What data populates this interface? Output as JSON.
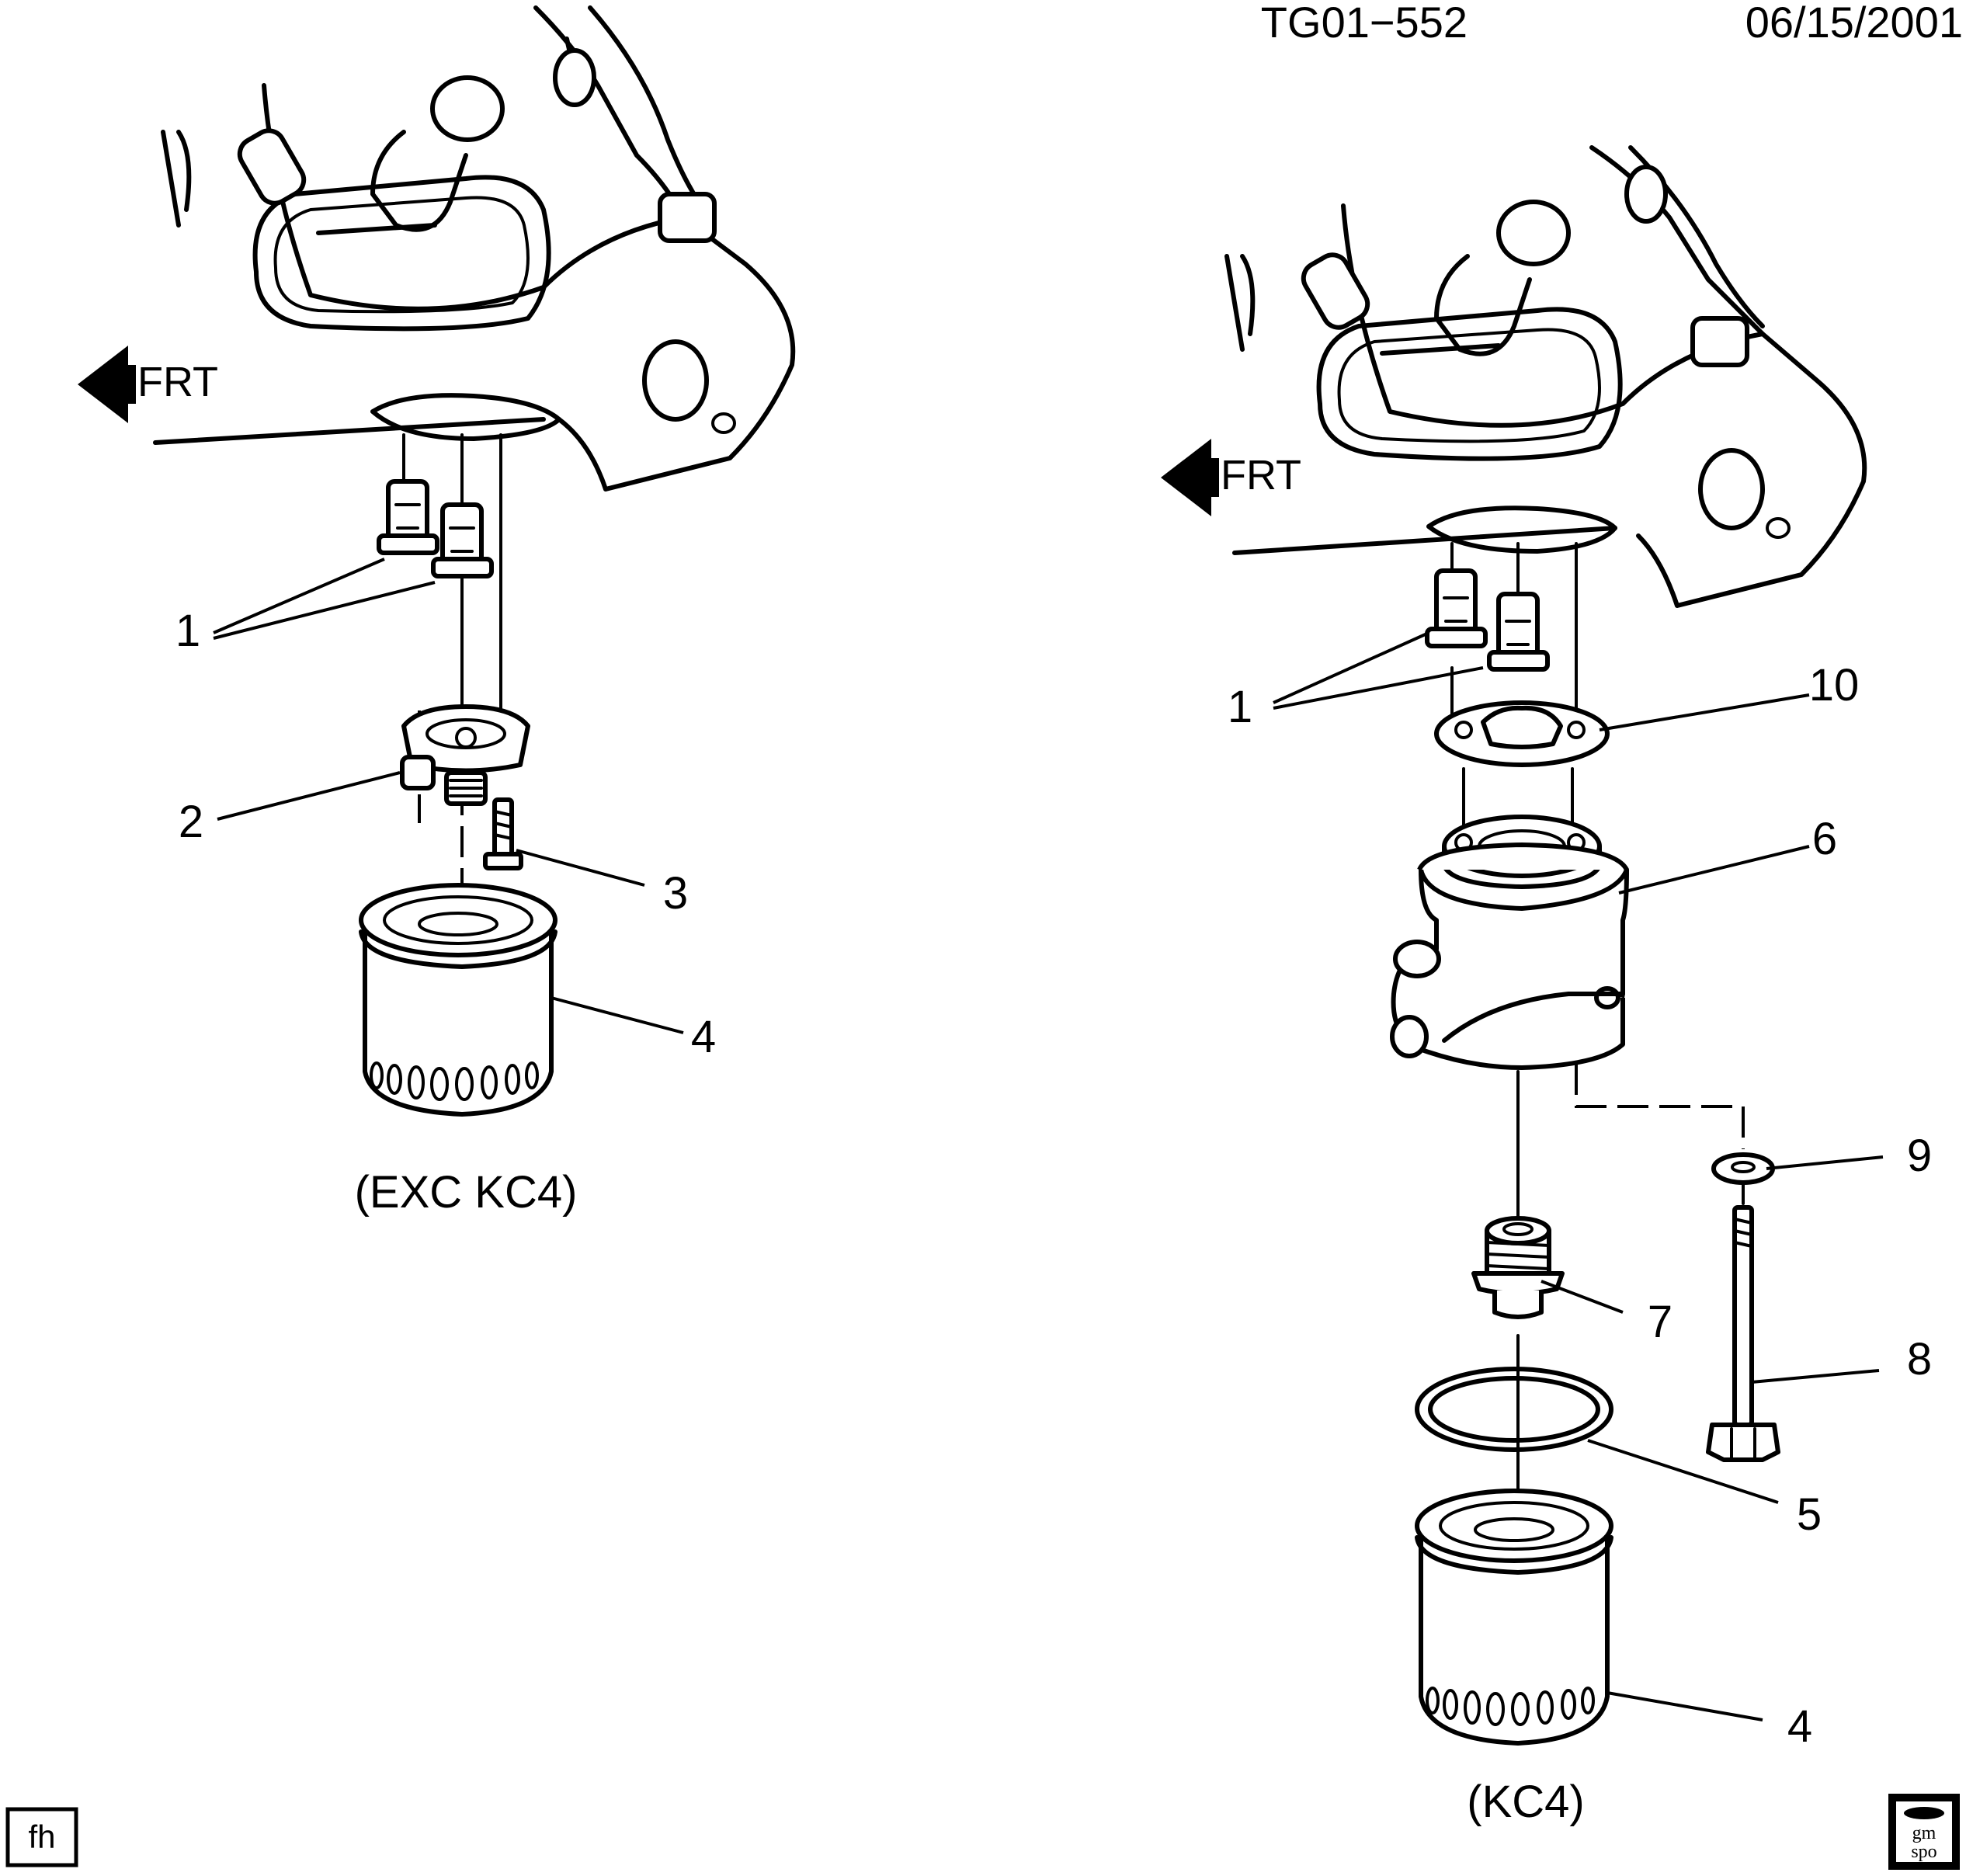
{
  "header": {
    "doc_id": "TG01−552",
    "date": "06/15/2001"
  },
  "views": [
    {
      "caption": "(EXC KC4)",
      "direction_label": "FRT",
      "callouts": [
        "1",
        "2",
        "3",
        "4"
      ]
    },
    {
      "caption": "(KC4)",
      "direction_label": "FRT",
      "callouts": [
        "1",
        "10",
        "6",
        "9",
        "7",
        "8",
        "5",
        "4"
      ]
    }
  ],
  "footer": {
    "box_label": "fh",
    "logo_text_top": "gm",
    "logo_text_bottom": "spo"
  },
  "icons": [
    "arrow-left-icon",
    "gm-spo-logo"
  ]
}
